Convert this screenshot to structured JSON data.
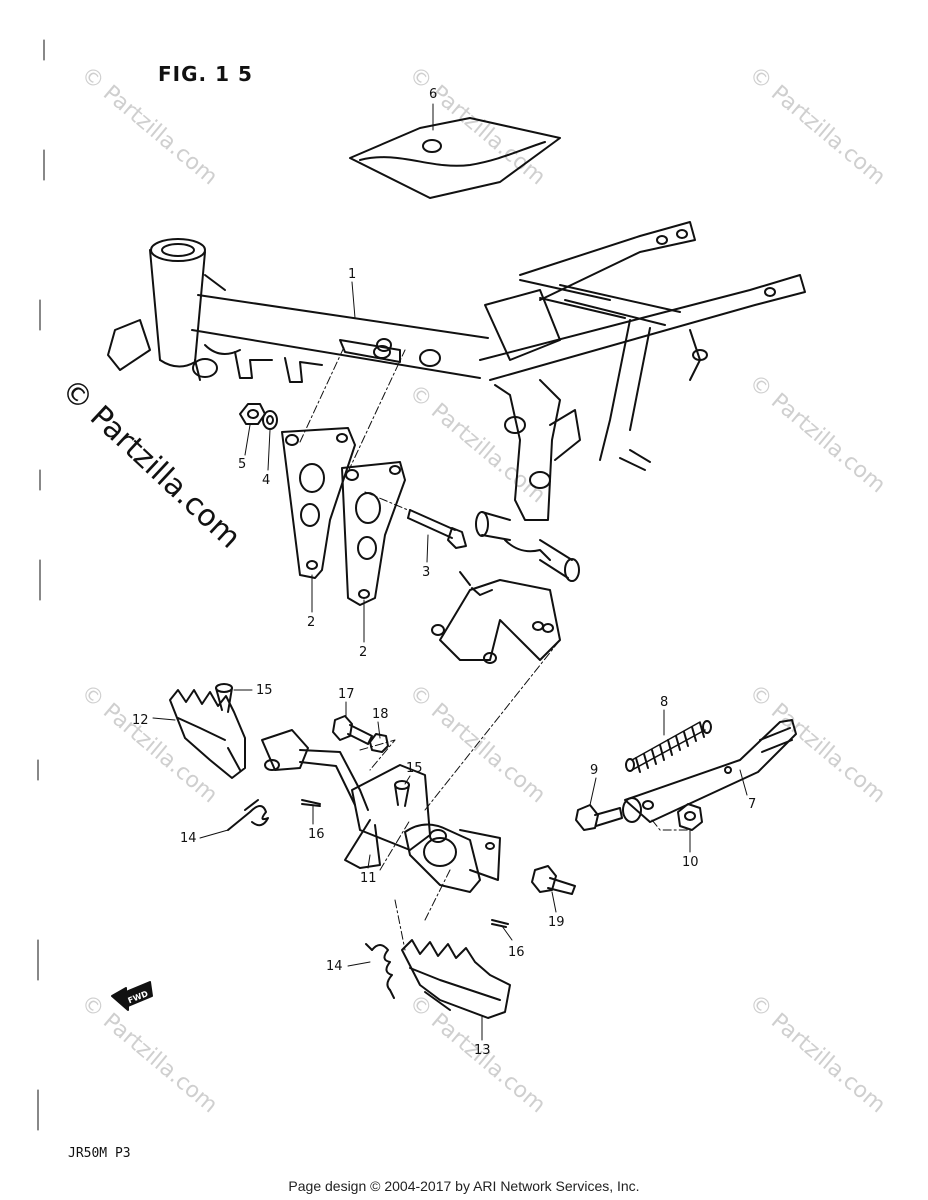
{
  "figure": {
    "title": "FIG. 1 5",
    "model_code": "JR50M  P3",
    "footer": "Page design © 2004-2017 by ARI Network Services, Inc.",
    "watermark": "© Partzilla.com",
    "fwd_label": "FWD"
  },
  "callouts": [
    "1",
    "2",
    "2",
    "3",
    "4",
    "5",
    "6",
    "7",
    "8",
    "9",
    "10",
    "11",
    "12",
    "13",
    "14",
    "14",
    "15",
    "15",
    "16",
    "16",
    "17",
    "18",
    "19"
  ]
}
